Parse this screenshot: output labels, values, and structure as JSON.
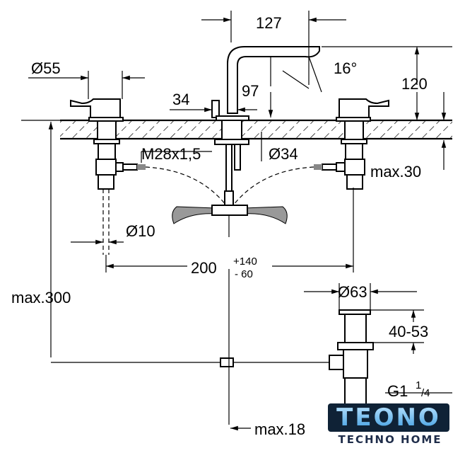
{
  "dimensions": {
    "spout_reach": "127",
    "handle_diameter": "Ø55",
    "spout_angle": "16°",
    "spout_height": "120",
    "spout_outlet_height": "97",
    "handle_offset": "34",
    "thread": "M28x1,5",
    "hole_diameter": "Ø34",
    "max_deck_thickness": "max.30",
    "hose_diameter": "Ø10",
    "center_distance": "200",
    "center_distance_plus": "+140",
    "center_distance_minus": "- 60",
    "max_height": "max.300",
    "drain_diameter": "Ø63",
    "drain_range": "40-53",
    "drain_thread": "G1",
    "drain_thread_num": "1",
    "drain_thread_den": "/4",
    "max_bottom": "max.18"
  },
  "logo": {
    "name": "TEONO",
    "tagline": "TECHNO HOME"
  }
}
